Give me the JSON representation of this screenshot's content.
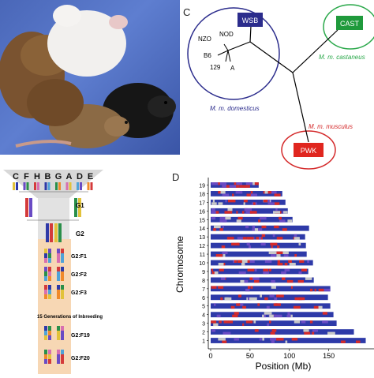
{
  "panels": {
    "c": "C",
    "d": "D"
  },
  "tree": {
    "boxes": {
      "wsb": "WSB",
      "cast": "CAST",
      "pwk": "PWK"
    },
    "strains": {
      "nzo": "NZO",
      "nod": "NOD",
      "b6": "B6",
      "s129": "129",
      "a": "A"
    },
    "subspecies": {
      "domesticus": "M. m. domesticus",
      "castaneus": "M. m. castaneus",
      "musculus": "M. m. musculus"
    },
    "colors": {
      "domesticus": "#2b2c8c",
      "castaneus": "#2aa84a",
      "musculus": "#d4292a"
    }
  },
  "funnel": {
    "founders": [
      "C",
      "F",
      "H",
      "B",
      "G",
      "A",
      "D",
      "E"
    ],
    "generations": [
      "G1",
      "G2",
      "G2:F1",
      "G2:F2",
      "G2:F3",
      "G2:F19",
      "G2:F20"
    ],
    "inbreeding_note": "15 Generations of Inbreeding"
  },
  "chart_data": {
    "type": "bar",
    "xlabel": "Position (Mb)",
    "ylabel": "Chromosome",
    "categories": [
      "1",
      "2",
      "3",
      "4",
      "5",
      "6",
      "7",
      "8",
      "9",
      "10",
      "11",
      "12",
      "13",
      "14",
      "15",
      "16",
      "17",
      "18",
      "19"
    ],
    "values": [
      197,
      182,
      160,
      156,
      152,
      149,
      152,
      131,
      124,
      130,
      122,
      121,
      120,
      125,
      104,
      98,
      95,
      91,
      61
    ],
    "xticks": [
      0,
      50,
      100,
      150
    ],
    "xlim": [
      0,
      200
    ],
    "colors": {
      "base": "#2e3aa8",
      "mid": "#6a4bc4",
      "accent": "#d42a2a",
      "light": "#c8c8c8"
    }
  }
}
